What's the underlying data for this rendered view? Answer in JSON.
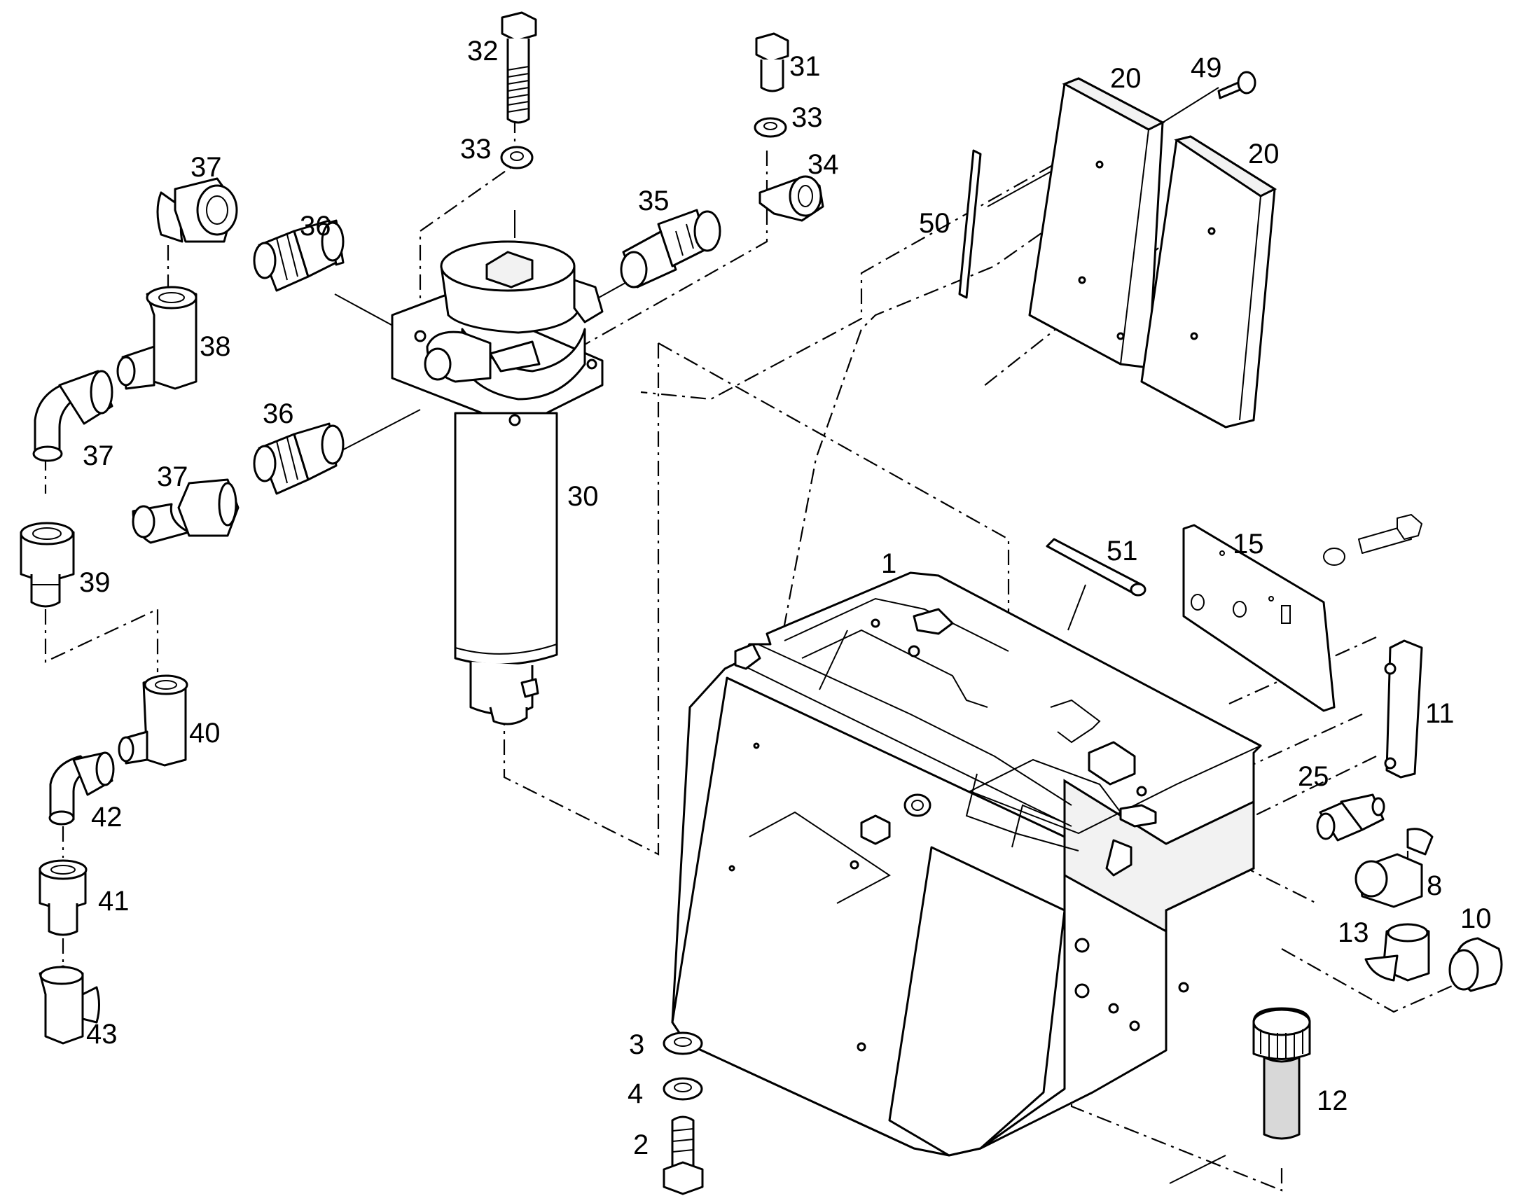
{
  "diagram": {
    "callouts": [
      "1",
      "2",
      "3",
      "4",
      "8",
      "10",
      "11",
      "12",
      "13",
      "15",
      "20",
      "20",
      "25",
      "30",
      "31",
      "32",
      "33",
      "33",
      "34",
      "35",
      "36",
      "36",
      "37",
      "37",
      "37",
      "38",
      "39",
      "40",
      "41",
      "42",
      "43",
      "49",
      "50",
      "51"
    ]
  }
}
